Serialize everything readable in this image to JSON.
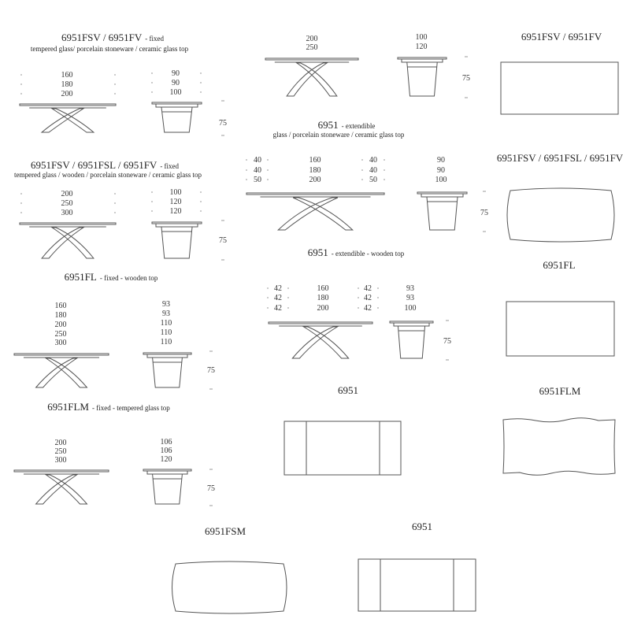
{
  "blocks": {
    "fsv_fv_fixed": {
      "title": "6951FSV / 6951FV",
      "suffix": "- fixed",
      "subtitle": "tempered glass/ porcelain stoneware / ceramic glass top",
      "lengths": [
        "160",
        "180",
        "200"
      ],
      "depths": [
        "90",
        "90",
        "100"
      ],
      "height": "75"
    },
    "fsv_fsl_fv_fixed": {
      "title": "6951FSV / 6951FSL / 6951FV",
      "suffix": "- fixed",
      "subtitle": "tempered glass / wooden / porcelain stoneware / ceramic glass top",
      "lengths": [
        "200",
        "250",
        "300"
      ],
      "depths": [
        "100",
        "120",
        "120"
      ],
      "height": "75"
    },
    "fl_fixed": {
      "title": "6951FL",
      "suffix": "- fixed - wooden top",
      "lengths": [
        "160",
        "180",
        "200",
        "250",
        "300"
      ],
      "depths": [
        "93",
        "93",
        "110",
        "110",
        "110"
      ],
      "height": "75"
    },
    "flm_fixed": {
      "title": "6951FLM",
      "suffix": "- fixed - tempered glass top",
      "lengths": [
        "200",
        "250",
        "300"
      ],
      "depths": [
        "106",
        "106",
        "120"
      ],
      "height": "75"
    },
    "top_mid": {
      "lengths": [
        "200",
        "250"
      ],
      "depths": [
        "100",
        "120"
      ],
      "height": "75"
    },
    "ext_glass": {
      "title": "6951",
      "suffix": "- extendible",
      "subtitle": "glass / porcelain stoneware / ceramic glass top",
      "ext_left": [
        "40",
        "40",
        "50"
      ],
      "lengths": [
        "160",
        "180",
        "200"
      ],
      "ext_right": [
        "40",
        "40",
        "50"
      ],
      "depths": [
        "90",
        "90",
        "100"
      ],
      "height": "75"
    },
    "ext_wood": {
      "title": "6951",
      "suffix": "- extendible - wooden top",
      "ext_left": [
        "42",
        "42",
        "42"
      ],
      "lengths": [
        "160",
        "180",
        "200"
      ],
      "ext_right": [
        "42",
        "42",
        "42"
      ],
      "depths": [
        "93",
        "93",
        "100"
      ],
      "height": "75"
    }
  },
  "top_views": {
    "rect_fsv_fv": "6951FSV / 6951FV",
    "barrel_fsv_fsl_fv": "6951FSV / 6951FSL / 6951FV",
    "rect_fl": "6951FL",
    "ext_6951_mid": "6951",
    "wavy_flm": "6951FLM",
    "barrel_fsm": "6951FSM",
    "ext_6951_bottom": "6951"
  }
}
